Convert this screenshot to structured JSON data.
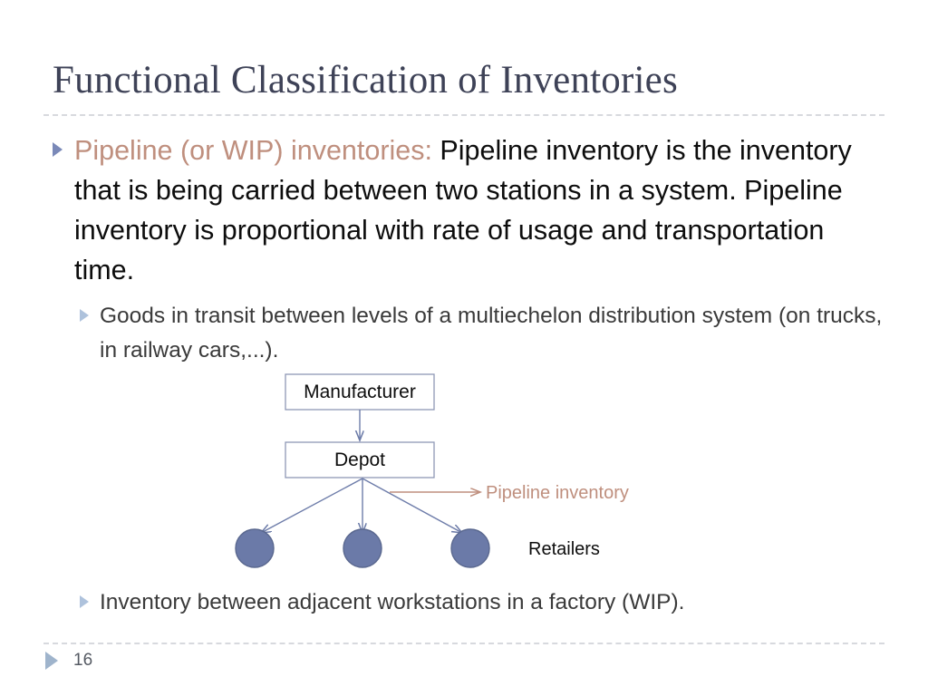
{
  "slide": {
    "title": "Functional Classification of Inventories",
    "page_number": "16",
    "colors": {
      "title": "#3e4257",
      "accent_rose": "#bf8f7e",
      "bullet_primary": "#7a89b8",
      "bullet_secondary": "#aec2dc",
      "node_fill": "#6b7aa8",
      "node_stroke": "#5a688f",
      "rule": "#d7d9de",
      "body_text": "#0d0d0d"
    }
  },
  "body": {
    "main_bullet": {
      "lead": "Pipeline (or WIP) inventories:",
      "text": " Pipeline inventory is the inventory that is being carried between two stations in a system. Pipeline inventory is proportional with rate of usage and transportation time."
    },
    "sub_bullets": [
      "Goods in transit between levels of a multiechelon distribution system (on trucks, in railway cars,...).",
      "Inventory between adjacent workstations in a factory (WIP)."
    ]
  },
  "diagram": {
    "nodes": [
      {
        "id": "manufacturer",
        "label": "Manufacturer",
        "shape": "box"
      },
      {
        "id": "depot",
        "label": "Depot",
        "shape": "box"
      },
      {
        "id": "retailer-1",
        "label": "",
        "shape": "circle"
      },
      {
        "id": "retailer-2",
        "label": "",
        "shape": "circle"
      },
      {
        "id": "retailer-3",
        "label": "",
        "shape": "circle"
      }
    ],
    "labels": {
      "retailers": "Retailers",
      "annotation": "Pipeline inventory"
    }
  }
}
